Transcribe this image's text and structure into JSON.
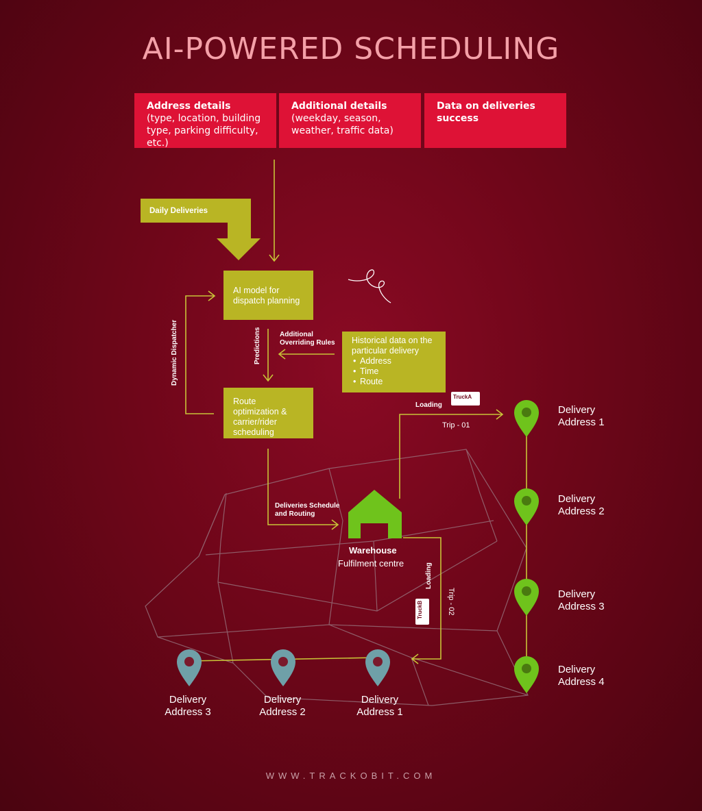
{
  "title": "AI-POWERED SCHEDULING",
  "inputs": [
    {
      "head": "Address details",
      "body": "(type, location, building type, parking difficulty, etc.)"
    },
    {
      "head": "Additional details",
      "body": "(weekday, season, weather, traffic data)"
    },
    {
      "head": "Data on deliveries success",
      "body": ""
    }
  ],
  "daily_deliveries": "Daily Deliveries",
  "ai_model": "AI model for dispatch planning",
  "route_opt": "Route optimization & carrier/rider scheduling",
  "historical": {
    "head": "Historical data on the particular delivery",
    "items": [
      "Address",
      "Time",
      "Route"
    ]
  },
  "labels": {
    "predictions": "Predictions",
    "overriding": "Additional Overriding Rules",
    "dynamic": "Dynamic Dispatcher",
    "schedule": "Deliveries Schedule and Routing",
    "loading_a": "Loading",
    "trip_a": "Trip - 01",
    "loading_b": "Loading",
    "trip_b": "Trip - 02",
    "truck_a": "TruckA",
    "truck_b": "TruckB"
  },
  "warehouse": {
    "title": "Warehouse",
    "subtitle": "Fulfilment centre"
  },
  "route_a": [
    "Delivery Address 1",
    "Delivery Address 2",
    "Delivery Address 3",
    "Delivery Address 4"
  ],
  "route_b": [
    "Delivery Address 3",
    "Delivery Address 2",
    "Delivery Address 1"
  ],
  "footer": "WWW.TRACKOBIT.COM",
  "colors": {
    "accent_red": "#de1236",
    "olive": "#b9b524",
    "green_pin": "#6fc31c",
    "teal_pin": "#6fa0a8"
  }
}
